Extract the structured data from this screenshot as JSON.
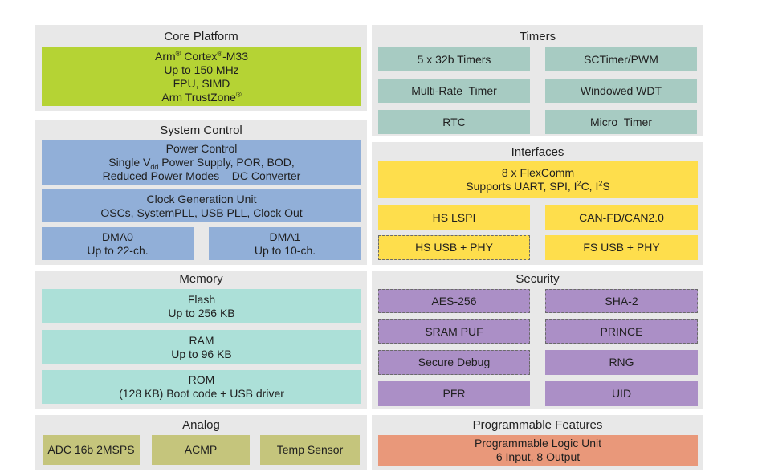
{
  "colors": {
    "panel": "#e8e8e8",
    "core": "#b5d334",
    "system": "#91afd8",
    "timers": "#a7cbc2",
    "memory": "#ace0d8",
    "interfaces": "#fede4c",
    "security": "#ab8fc6",
    "analog": "#c5c57c",
    "programmable": "#e9987a"
  },
  "core": {
    "title": "Core Platform",
    "cpu": {
      "a": "Arm",
      "reg1": "®",
      "b": " Cortex",
      "reg2": "®",
      "c": "-M33"
    },
    "freq": "Up to 150 MHz",
    "fpu": "FPU, SIMD",
    "tz": {
      "a": "Arm TrustZone",
      "reg": "®"
    }
  },
  "system": {
    "title": "System Control",
    "power": {
      "title": "Power Control",
      "line2_a": "Single V",
      "line2_sub": "dd",
      "line2_b": " Power Supply, POR, BOD,",
      "line3": "Reduced Power Modes – DC Converter"
    },
    "clock": {
      "title": "Clock Generation Unit",
      "line2": "OSCs, SystemPLL, USB PLL, Clock Out"
    },
    "dma0": {
      "title": "DMA0",
      "line2": "Up to 22-ch."
    },
    "dma1": {
      "title": "DMA1",
      "line2": "Up to 10-ch."
    }
  },
  "memory": {
    "title": "Memory",
    "flash": {
      "title": "Flash",
      "line2": "Up to 256 KB"
    },
    "ram": {
      "title": "RAM",
      "line2": "Up to 96 KB"
    },
    "rom": {
      "title": "ROM",
      "line2": "(128 KB) Boot code + USB driver"
    }
  },
  "analog": {
    "title": "Analog",
    "items": [
      "ADC 16b 2MSPS",
      "ACMP",
      "Temp Sensor"
    ]
  },
  "timers": {
    "title": "Timers",
    "items": [
      "5 x 32b Timers",
      "SCTimer/PWM",
      "Multi-Rate  Timer",
      "Windowed WDT",
      "RTC",
      "Micro  Timer"
    ]
  },
  "interfaces": {
    "title": "Interfaces",
    "flexcomm": {
      "title": "8 x FlexComm",
      "line2_a": "Supports UART, SPI, I",
      "sup1": "2",
      "line2_b": "C, I",
      "sup2": "2",
      "line2_c": "S"
    },
    "items": [
      "HS LSPI",
      "CAN-FD/CAN2.0",
      "HS USB + PHY",
      "FS USB + PHY"
    ]
  },
  "security": {
    "title": "Security",
    "items": [
      "AES-256",
      "SHA-2",
      "SRAM PUF",
      "PRINCE",
      "Secure Debug",
      "RNG",
      "PFR",
      "UID"
    ]
  },
  "programmable": {
    "title": "Programmable Features",
    "plu": {
      "title": "Programmable Logic Unit",
      "line2": "6 Input, 8 Output"
    }
  }
}
